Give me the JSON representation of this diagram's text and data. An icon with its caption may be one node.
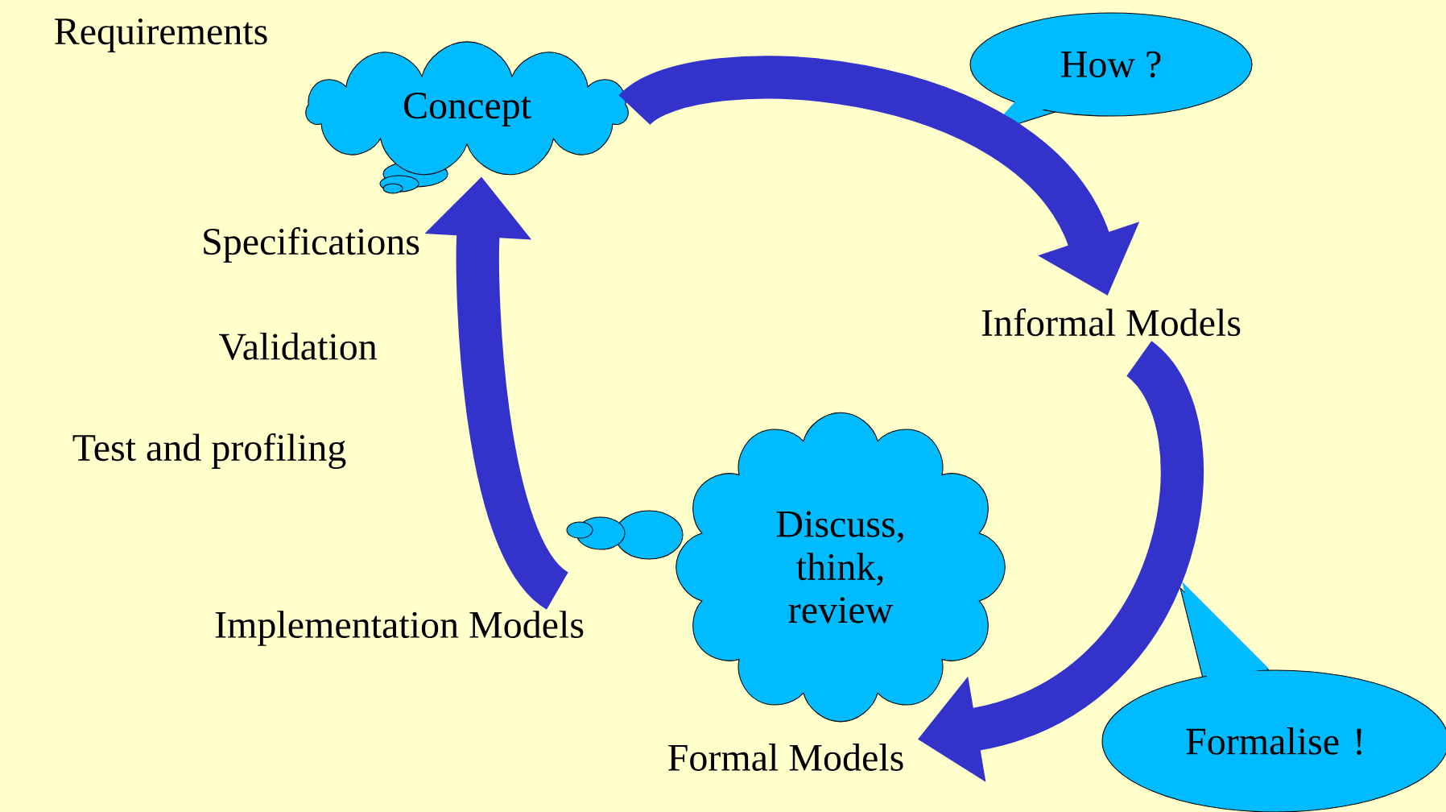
{
  "diagram": {
    "nodes": [
      {
        "text": [
          "Concept"
        ]
      },
      {
        "text": [
          "How ?"
        ]
      },
      {
        "text": [
          "Informal Models"
        ]
      },
      {
        "text": [
          "Discuss, think, review"
        ]
      },
      {
        "text": [
          "Implementation Models"
        ]
      },
      {
        "text": [
          "Formal Models"
        ]
      },
      {
        "text": [
          "Formalise !"
        ]
      }
    ],
    "edges": [
      {
        "from": 0,
        "to": 2,
        "arrow": "to"
      },
      {
        "from": 2,
        "to": 5,
        "arrow": "to"
      },
      {
        "from": 4,
        "to": 0,
        "arrow": "to"
      }
    ],
    "labels": [
      "Requirements",
      "Specifications",
      "Validation",
      "Test and profiling"
    ]
  }
}
